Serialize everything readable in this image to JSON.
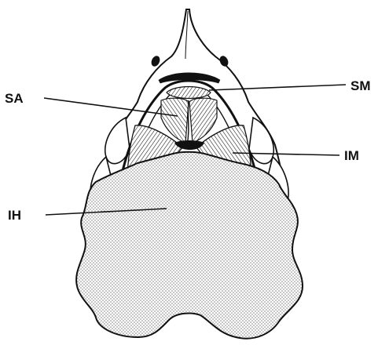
{
  "labels": {
    "sm": "SM",
    "sa": "SA",
    "im": "IM",
    "ih": "IH"
  },
  "colors": {
    "ink": "#111111",
    "stipple": "#8c8c8c",
    "paper": "#ffffff"
  }
}
